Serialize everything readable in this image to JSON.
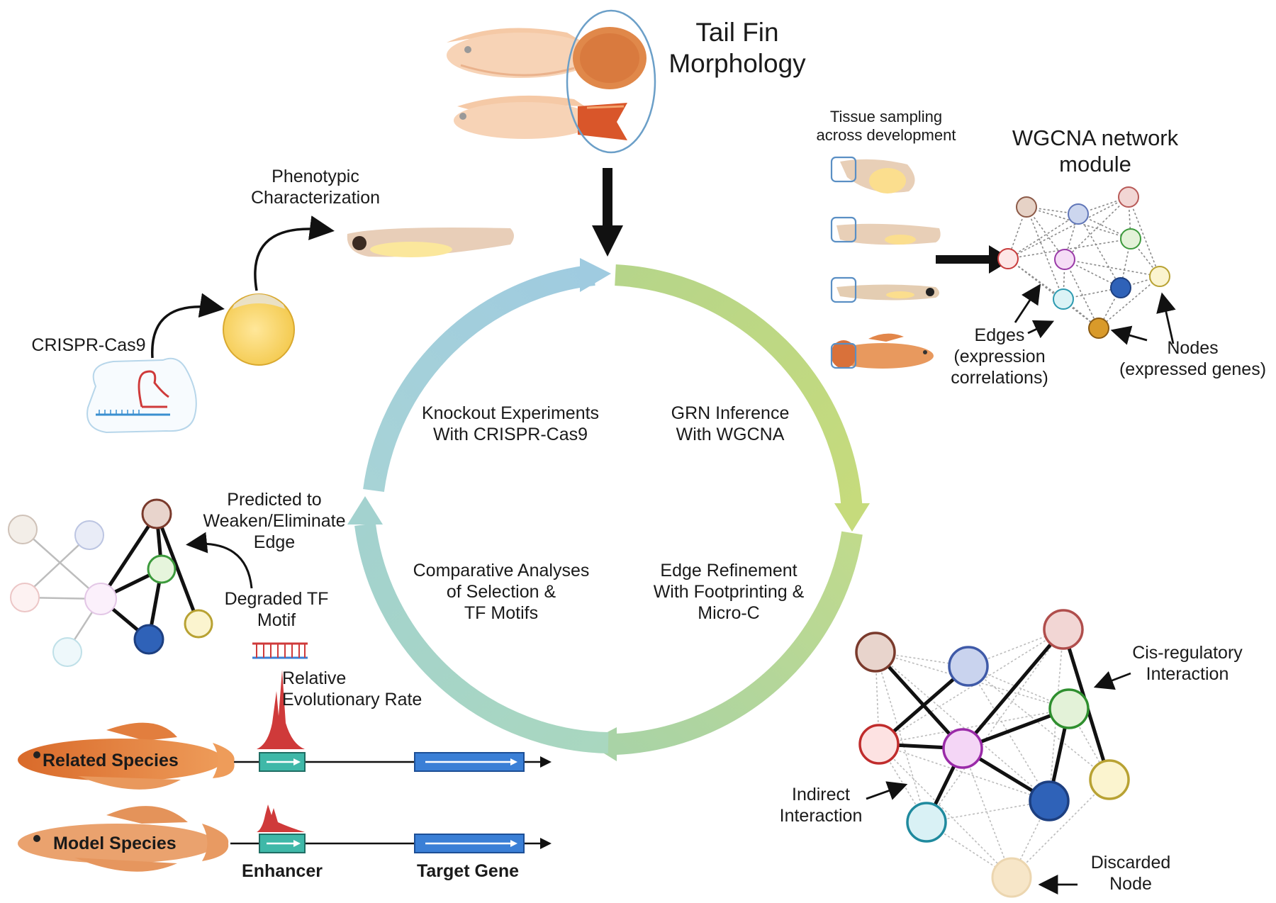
{
  "top": {
    "tail_fin_morphology": [
      "Tail Fin",
      "Morphology"
    ]
  },
  "right_top": {
    "tissue_sampling": [
      "Tissue sampling",
      "across development"
    ],
    "wgcna_module": [
      "WGCNA network",
      "module"
    ],
    "edges": [
      "Edges",
      "(expression",
      "correlations)"
    ],
    "nodes": [
      "Nodes",
      "(expressed genes)"
    ]
  },
  "left_top": {
    "phenotypic": [
      "Phenotypic",
      "Characterization"
    ],
    "crispr": "CRISPR-Cas9"
  },
  "cycle": {
    "knockout": [
      "Knockout Experiments",
      "With CRISPR-Cas9"
    ],
    "grn": [
      "GRN Inference",
      "With WGCNA"
    ],
    "comparative": [
      "Comparative Analyses",
      "of Selection &",
      "TF Motifs"
    ],
    "edge_refinement": [
      "Edge Refinement",
      "With Footprinting &",
      "Micro-C"
    ]
  },
  "left_bottom": {
    "predicted": [
      "Predicted to",
      "Weaken/Eliminate",
      "Edge"
    ],
    "degraded": [
      "Degraded TF",
      "Motif"
    ],
    "relative_rate": [
      "Relative",
      "Evolutionary Rate"
    ],
    "related_species": "Related Species",
    "model_species": "Model Species",
    "enhancer": "Enhancer",
    "target_gene": "Target Gene"
  },
  "right_bottom": {
    "cis_regulatory": [
      "Cis-regulatory",
      "Interaction"
    ],
    "indirect": [
      "Indirect",
      "Interaction"
    ],
    "discarded": [
      "Discarded",
      "Node"
    ]
  },
  "colors": {
    "arrow_blue": "#9fd0dc",
    "arrow_green": "#b9d58a",
    "gene_blue": "#3a7fd6",
    "enhancer_teal": "#3fb8a8",
    "peak_red": "#cf3a3a"
  }
}
